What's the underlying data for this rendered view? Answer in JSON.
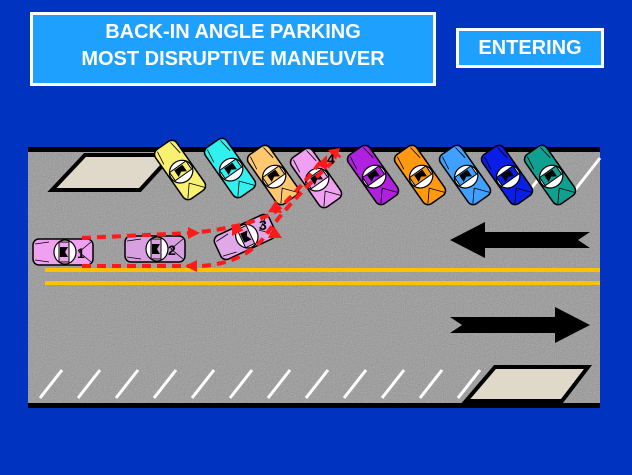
{
  "title": {
    "line1": "BACK-IN ANGLE PARKING",
    "line2": "MOST DISRUPTIVE MANEUVER"
  },
  "badge": "ENTERING",
  "steps": [
    "1",
    "2",
    "3",
    "4"
  ],
  "colors": {
    "background": "#0033c0",
    "title_box": "#1ea0ff",
    "path": "#ff1a1a",
    "center_line": "#ffc000",
    "maneuver_car": "#f0a0f0",
    "parked_cars": [
      "#f8f070",
      "#30f0f0",
      "#ffc870",
      "#b020e0",
      "#ff9a10",
      "#40a0ff",
      "#0a1ee8",
      "#10a090"
    ]
  }
}
